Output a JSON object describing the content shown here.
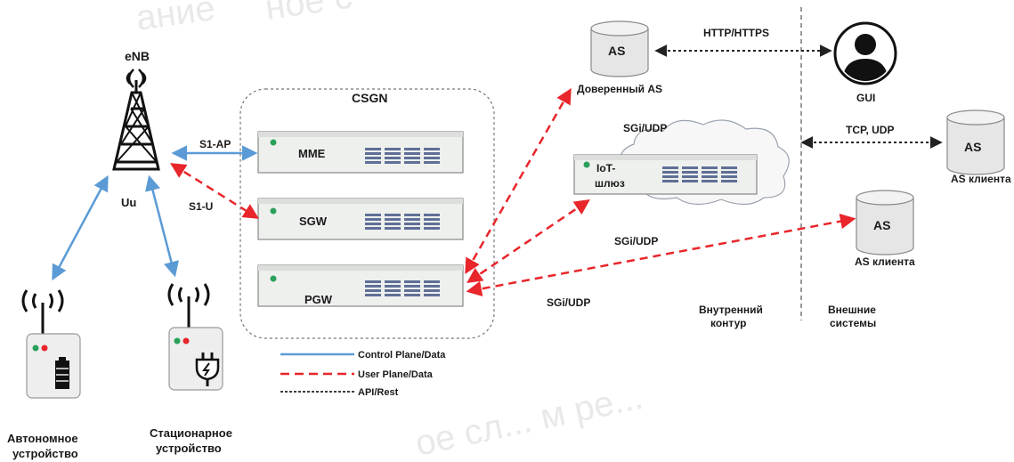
{
  "labels": {
    "enb": "eNB",
    "uu": "Uu",
    "s1ap": "S1-AP",
    "s1u": "S1-U",
    "csgn": "CSGN",
    "mme": "MME",
    "sgw": "SGW",
    "pgw": "PGW",
    "trusted_as_box": "AS",
    "trusted_as": "Доверенный AS",
    "http": "HTTP/HTTPS",
    "gui": "GUI",
    "sgi_cloud": "SGi/UDP",
    "iot_line1": "IoT-",
    "iot_line2": "шлюз",
    "tcp_udp": "TCP, UDP",
    "as_client1_box": "AS",
    "as_client1": "AS клиента",
    "sgi_mid": "SGi/UDP",
    "as_client2_box": "AS",
    "as_client2": "AS клиента",
    "sgi_low": "SGi/UDP",
    "inner_line1": "Внутренний",
    "inner_line2": "контур",
    "outer_line1": "Внешние",
    "outer_line2": "системы",
    "device1_line1": "Автономное",
    "device1_line2": "устройство",
    "device2_line1": "Стационарное",
    "device2_line2": "устройство"
  },
  "legend": {
    "control": "Control Plane/Data",
    "user": "User Plane/Data",
    "api": "API/Rest"
  },
  "colors": {
    "control_plane": "#5b9bd5",
    "user_plane": "#e8262b",
    "api": "#222222",
    "server_face": "#eef0ee",
    "port_blue": "#5f6f96",
    "led_green": "#2aa15a",
    "led_red": "#e8262b"
  },
  "watermark": {
    "left": "ание",
    "right": "ное с",
    "bottom": "ое сл... м ре..."
  }
}
